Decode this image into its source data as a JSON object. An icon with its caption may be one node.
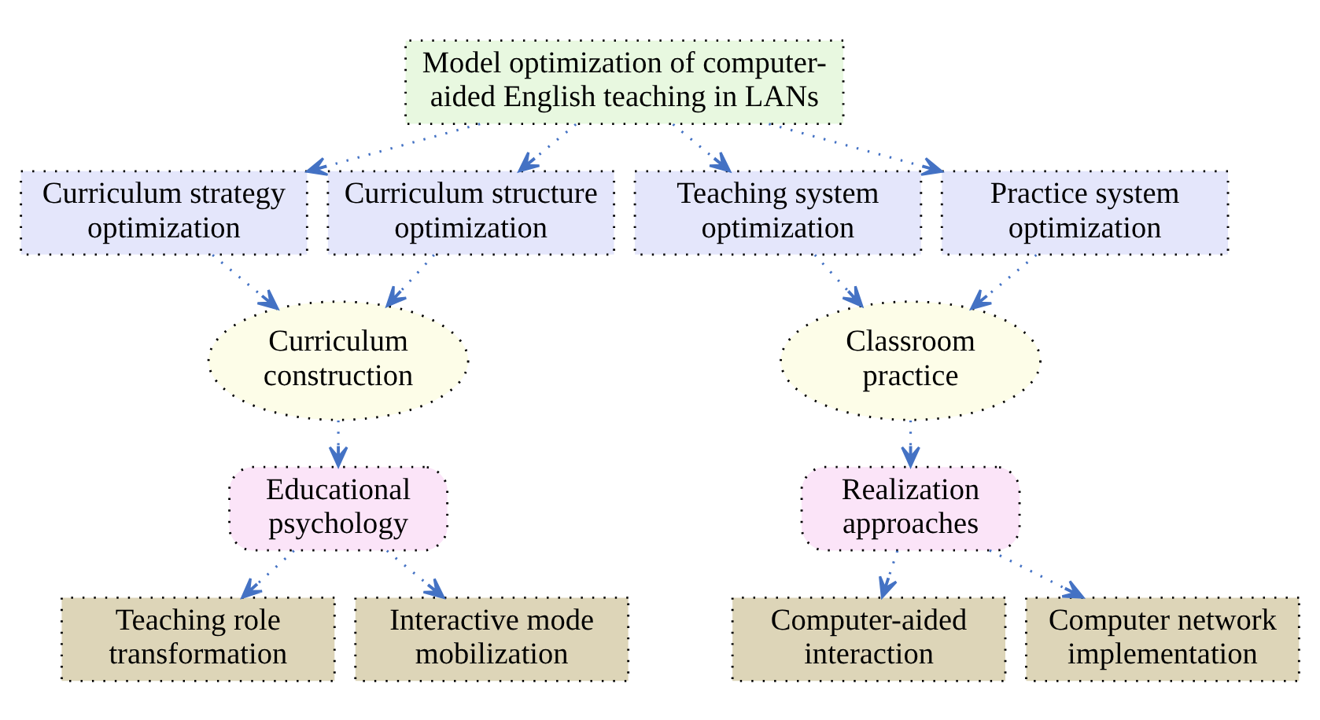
{
  "diagram": {
    "nodes": [
      {
        "text": [
          "Model optimization of computer-aided English teaching in LANs"
        ]
      },
      {
        "text": [
          "Curriculum strategy optimization"
        ]
      },
      {
        "text": [
          "Curriculum structure optimization"
        ]
      },
      {
        "text": [
          "Teaching system optimization"
        ]
      },
      {
        "text": [
          "Practice system optimization"
        ]
      },
      {
        "text": [
          "Curriculum construction"
        ]
      },
      {
        "text": [
          "Classroom practice"
        ]
      },
      {
        "text": [
          "Educational psychology"
        ]
      },
      {
        "text": [
          "Realization approaches"
        ]
      },
      {
        "text": [
          "Teaching role transformation"
        ]
      },
      {
        "text": [
          "Interactive mode mobilization"
        ]
      },
      {
        "text": [
          "Computer-aided interaction"
        ]
      },
      {
        "text": [
          "Computer network implementation"
        ]
      }
    ],
    "edges": [
      {
        "from": 0,
        "to": 1,
        "arrow": "to"
      },
      {
        "from": 0,
        "to": 2,
        "arrow": "to"
      },
      {
        "from": 0,
        "to": 3,
        "arrow": "to"
      },
      {
        "from": 0,
        "to": 4,
        "arrow": "to"
      },
      {
        "from": 1,
        "to": 5,
        "arrow": "to"
      },
      {
        "from": 2,
        "to": 5,
        "arrow": "to"
      },
      {
        "from": 3,
        "to": 6,
        "arrow": "to"
      },
      {
        "from": 4,
        "to": 6,
        "arrow": "to"
      },
      {
        "from": 5,
        "to": 7,
        "arrow": "to"
      },
      {
        "from": 6,
        "to": 8,
        "arrow": "to"
      },
      {
        "from": 7,
        "to": 9,
        "arrow": "to"
      },
      {
        "from": 7,
        "to": 10,
        "arrow": "to"
      },
      {
        "from": 8,
        "to": 11,
        "arrow": "to"
      },
      {
        "from": 8,
        "to": 12,
        "arrow": "to"
      }
    ]
  }
}
